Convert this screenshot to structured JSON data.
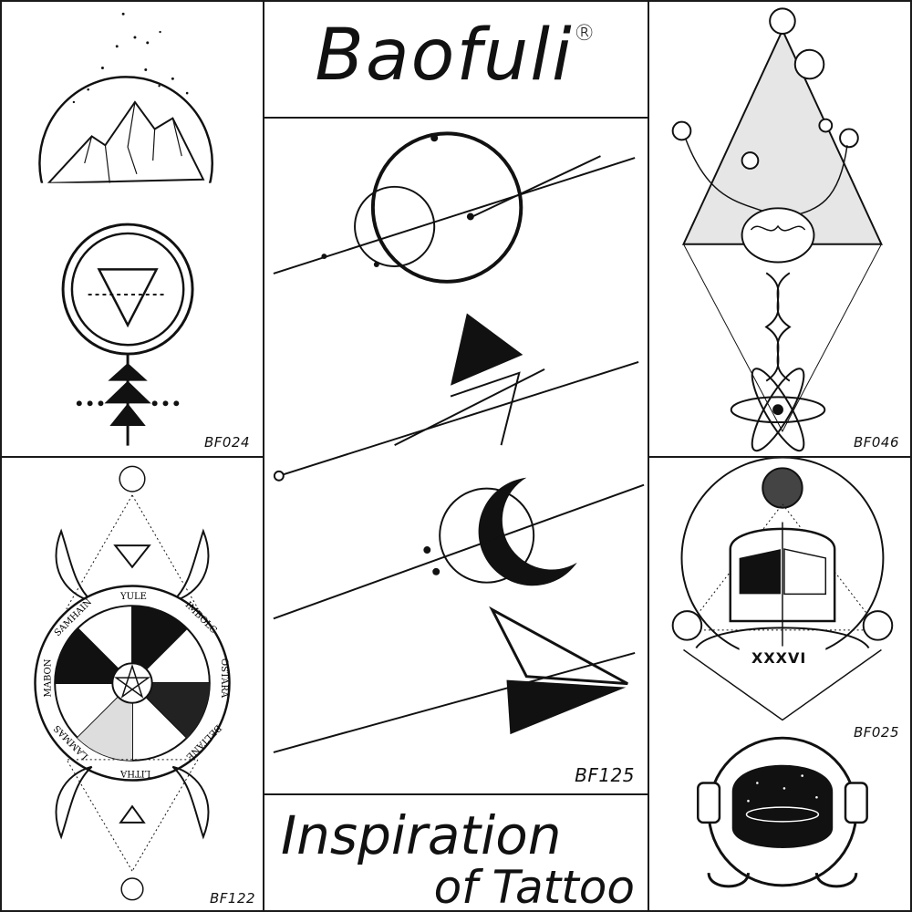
{
  "brand": {
    "name": "Baofuli",
    "mark": "®"
  },
  "tagline": {
    "line1": "Inspiration",
    "line2": "of Tattoo"
  },
  "designs": [
    {
      "code": "BF024",
      "subject": "mountain-and-earth-symbol"
    },
    {
      "code": "BF125",
      "subject": "geometric-moon-circle-triangle"
    },
    {
      "code": "BF046",
      "subject": "triangle-brain-dna-planets"
    },
    {
      "code": "BF122",
      "subject": "wheel-of-the-year"
    },
    {
      "code": "BF025",
      "subject": "geometric-astronaut"
    }
  ],
  "wheel_labels": [
    "YULE",
    "IMBOLC",
    "OSTARA",
    "BELTANE",
    "LITHA",
    "LAMMAS",
    "MABON",
    "SAMHAIN"
  ],
  "roman_numeral": "XXXVI",
  "colors": {
    "ink": "#111111",
    "paper": "#ffffff",
    "border": "#1a1a1a"
  }
}
